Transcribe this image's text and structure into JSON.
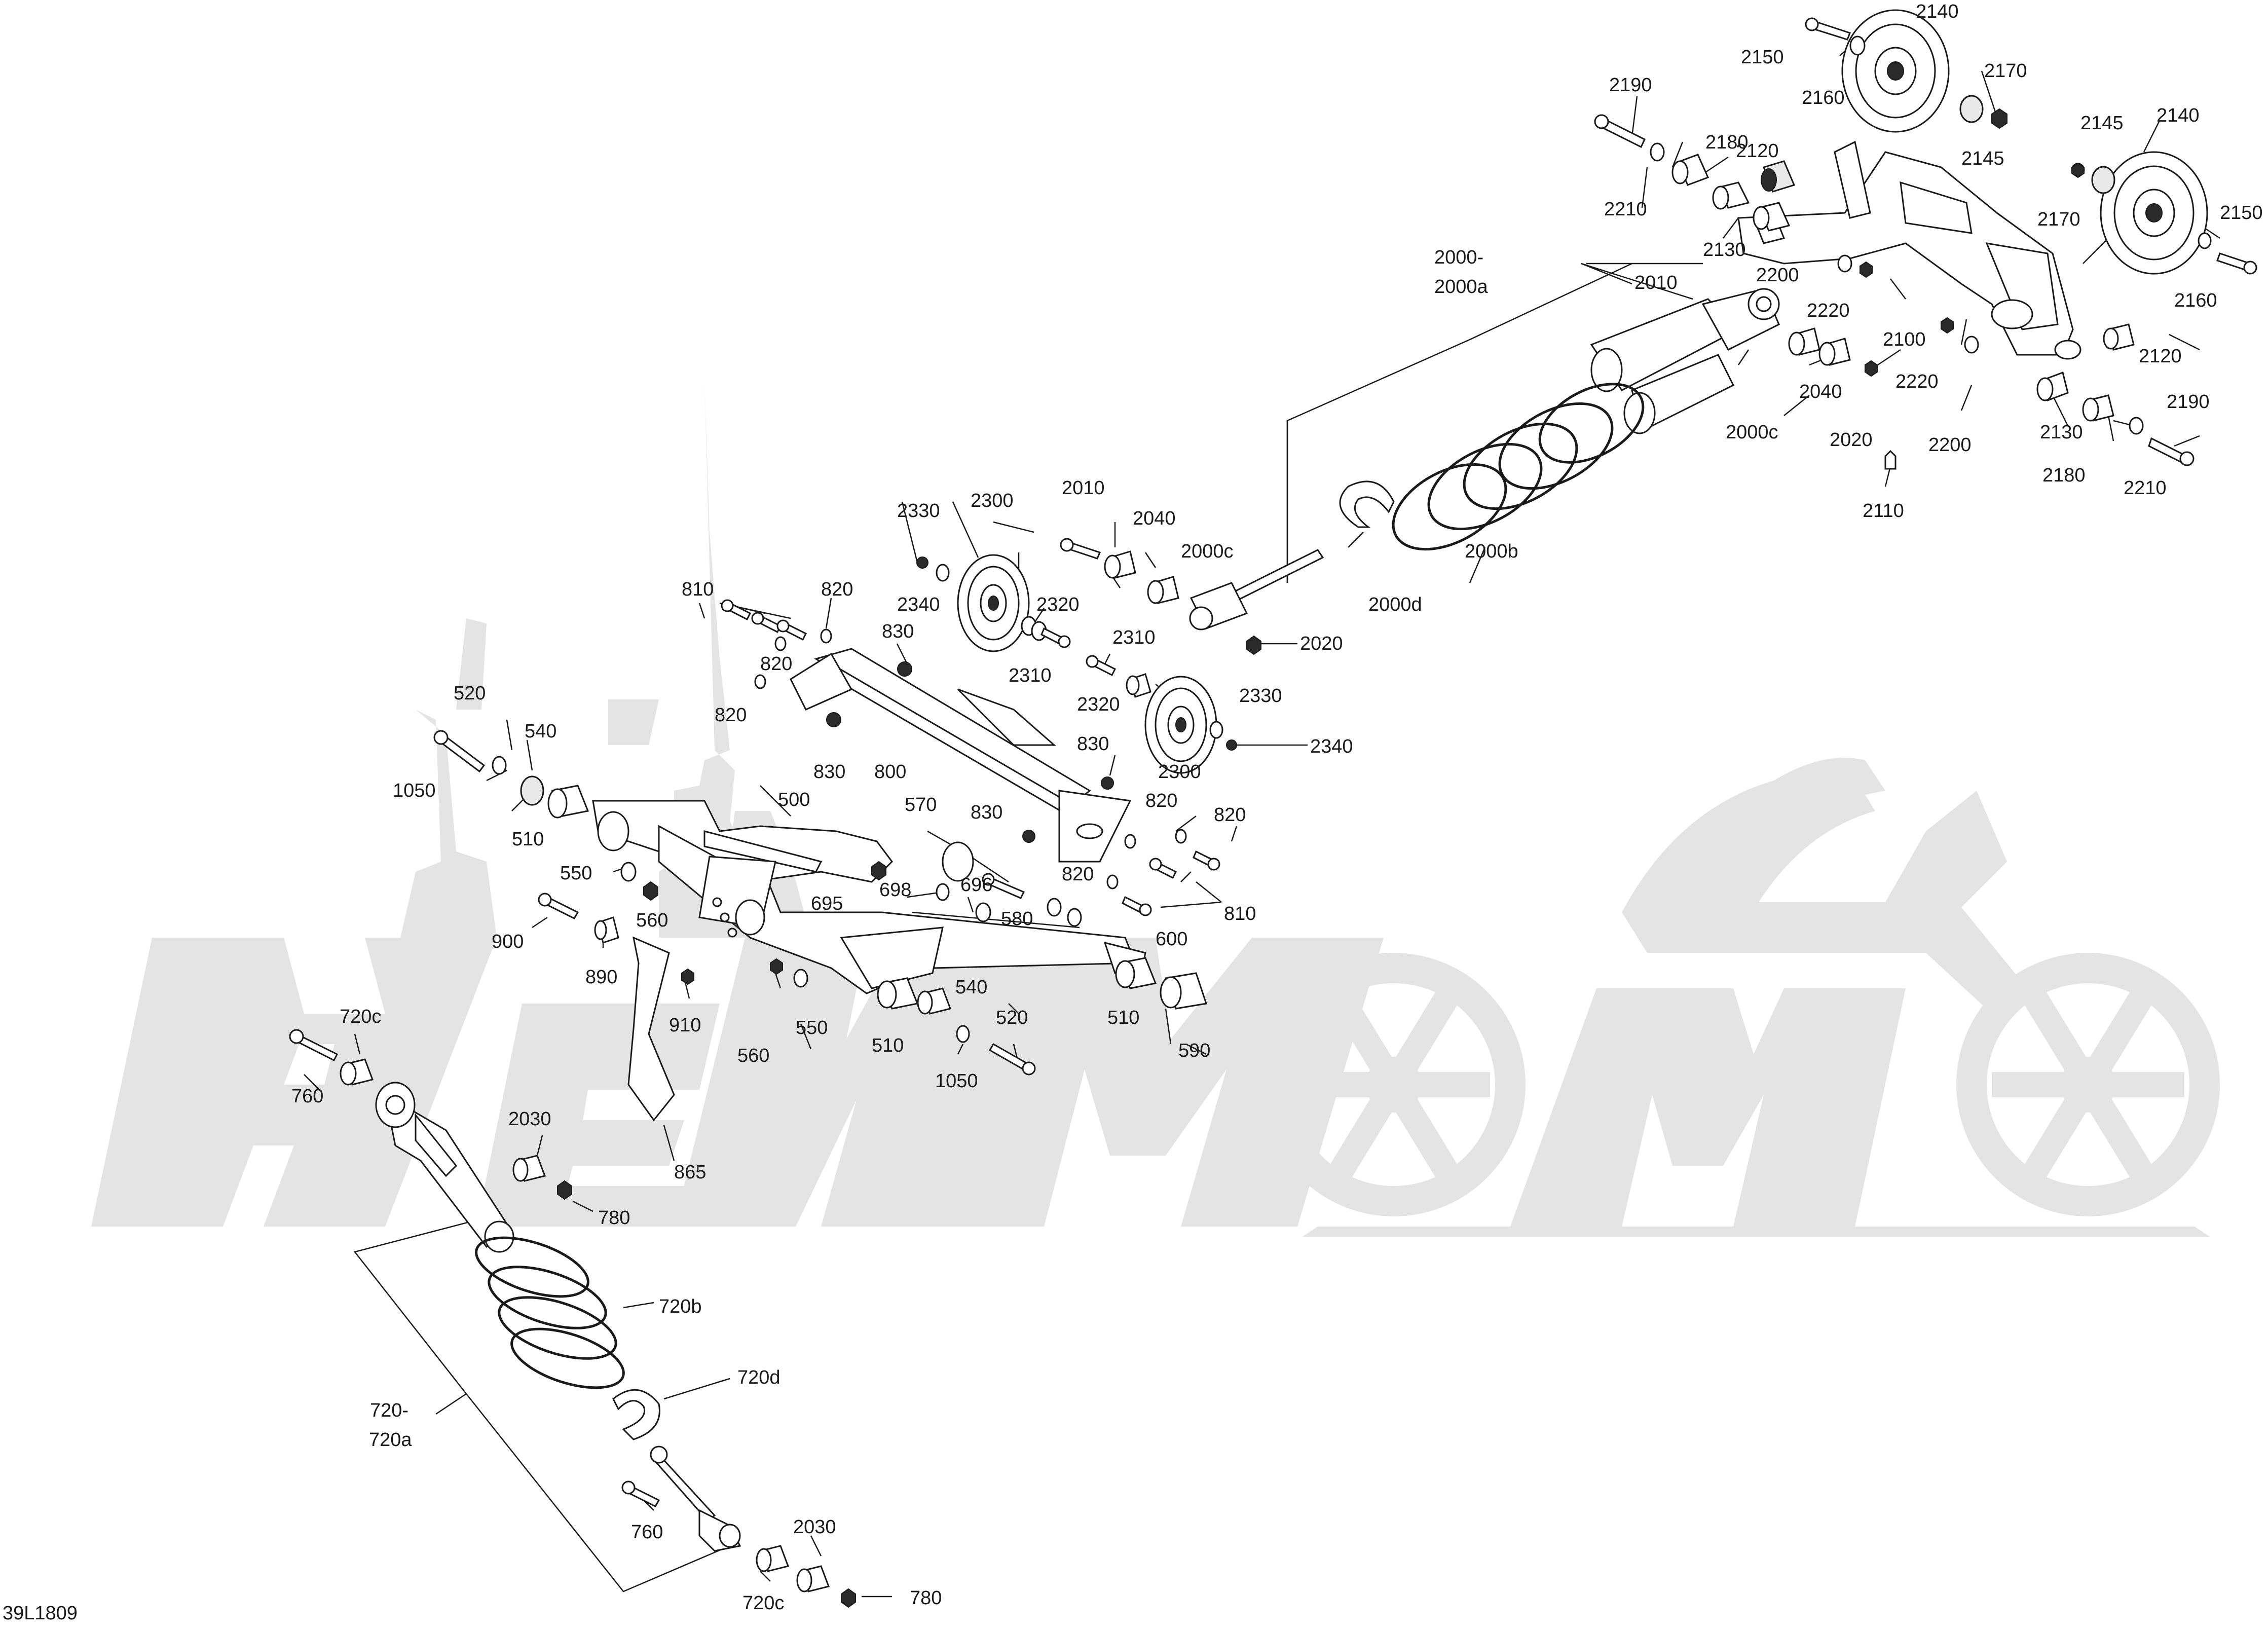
{
  "drawing_code": "39L1809",
  "callouts": [
    {
      "id": "2150a",
      "text": "2150"
    },
    {
      "id": "2140a",
      "text": "2140"
    },
    {
      "id": "2160a",
      "text": "2160"
    },
    {
      "id": "2170a",
      "text": "2170"
    },
    {
      "id": "2145a",
      "text": "2145"
    },
    {
      "id": "2190a",
      "text": "2190"
    },
    {
      "id": "2180a",
      "text": "2180"
    },
    {
      "id": "2120a",
      "text": "2120"
    },
    {
      "id": "2210a",
      "text": "2210"
    },
    {
      "id": "2130a",
      "text": "2130"
    },
    {
      "id": "2145b",
      "text": "2145"
    },
    {
      "id": "2140b",
      "text": "2140"
    },
    {
      "id": "2170b",
      "text": "2170"
    },
    {
      "id": "2150b",
      "text": "2150"
    },
    {
      "id": "2160b",
      "text": "2160"
    },
    {
      "id": "2000top",
      "text": "2000-"
    },
    {
      "id": "2000bot",
      "text": "2000a"
    },
    {
      "id": "2010a",
      "text": "2010"
    },
    {
      "id": "2200a",
      "text": "2200"
    },
    {
      "id": "2220a",
      "text": "2220"
    },
    {
      "id": "2100",
      "text": "2100"
    },
    {
      "id": "2120b",
      "text": "2120"
    },
    {
      "id": "2220b",
      "text": "2220"
    },
    {
      "id": "2040a",
      "text": "2040"
    },
    {
      "id": "2000c_a",
      "text": "2000c"
    },
    {
      "id": "2020a",
      "text": "2020"
    },
    {
      "id": "2200b",
      "text": "2200"
    },
    {
      "id": "2190b",
      "text": "2190"
    },
    {
      "id": "2130b",
      "text": "2130"
    },
    {
      "id": "2180b",
      "text": "2180"
    },
    {
      "id": "2210b",
      "text": "2210"
    },
    {
      "id": "2110",
      "text": "2110"
    },
    {
      "id": "2000b",
      "text": "2000b"
    },
    {
      "id": "2000d",
      "text": "2000d"
    },
    {
      "id": "2330a",
      "text": "2330"
    },
    {
      "id": "2300a",
      "text": "2300"
    },
    {
      "id": "2010b",
      "text": "2010"
    },
    {
      "id": "2040b",
      "text": "2040"
    },
    {
      "id": "2000c_b",
      "text": "2000c"
    },
    {
      "id": "2340a",
      "text": "2340"
    },
    {
      "id": "2320a",
      "text": "2320"
    },
    {
      "id": "2310a",
      "text": "2310"
    },
    {
      "id": "2310b",
      "text": "2310"
    },
    {
      "id": "2320b",
      "text": "2320"
    },
    {
      "id": "2020b",
      "text": "2020"
    },
    {
      "id": "2330b",
      "text": "2330"
    },
    {
      "id": "2340b",
      "text": "2340"
    },
    {
      "id": "2300b",
      "text": "2300"
    },
    {
      "id": "810a",
      "text": "810"
    },
    {
      "id": "820a",
      "text": "820"
    },
    {
      "id": "820b",
      "text": "820"
    },
    {
      "id": "820c",
      "text": "820"
    },
    {
      "id": "830a",
      "text": "830"
    },
    {
      "id": "830b",
      "text": "830"
    },
    {
      "id": "800",
      "text": "800"
    },
    {
      "id": "830c",
      "text": "830"
    },
    {
      "id": "830d",
      "text": "830"
    },
    {
      "id": "520a",
      "text": "520"
    },
    {
      "id": "540a",
      "text": "540"
    },
    {
      "id": "1050a",
      "text": "1050"
    },
    {
      "id": "510a",
      "text": "510"
    },
    {
      "id": "500",
      "text": "500"
    },
    {
      "id": "570",
      "text": "570"
    },
    {
      "id": "820d",
      "text": "820"
    },
    {
      "id": "820e",
      "text": "820"
    },
    {
      "id": "820f",
      "text": "820"
    },
    {
      "id": "550a",
      "text": "550"
    },
    {
      "id": "698",
      "text": "698"
    },
    {
      "id": "696",
      "text": "696"
    },
    {
      "id": "810b",
      "text": "810"
    },
    {
      "id": "560a",
      "text": "560"
    },
    {
      "id": "695",
      "text": "695"
    },
    {
      "id": "580",
      "text": "580"
    },
    {
      "id": "600",
      "text": "600"
    },
    {
      "id": "900",
      "text": "900"
    },
    {
      "id": "890",
      "text": "890"
    },
    {
      "id": "910",
      "text": "910"
    },
    {
      "id": "540b",
      "text": "540"
    },
    {
      "id": "510b",
      "text": "510"
    },
    {
      "id": "510c",
      "text": "510"
    },
    {
      "id": "550b",
      "text": "550"
    },
    {
      "id": "560b",
      "text": "560"
    },
    {
      "id": "520b",
      "text": "520"
    },
    {
      "id": "590",
      "text": "590"
    },
    {
      "id": "1050b",
      "text": "1050"
    },
    {
      "id": "720c_a",
      "text": "720c"
    },
    {
      "id": "760a",
      "text": "760"
    },
    {
      "id": "2030a",
      "text": "2030"
    },
    {
      "id": "780a",
      "text": "780"
    },
    {
      "id": "865",
      "text": "865"
    },
    {
      "id": "720b",
      "text": "720b"
    },
    {
      "id": "720d",
      "text": "720d"
    },
    {
      "id": "720top",
      "text": "720-"
    },
    {
      "id": "720bot",
      "text": "720a"
    },
    {
      "id": "760b",
      "text": "760"
    },
    {
      "id": "2030b",
      "text": "2030"
    },
    {
      "id": "720c_b",
      "text": "720c"
    },
    {
      "id": "780b",
      "text": "780"
    }
  ]
}
